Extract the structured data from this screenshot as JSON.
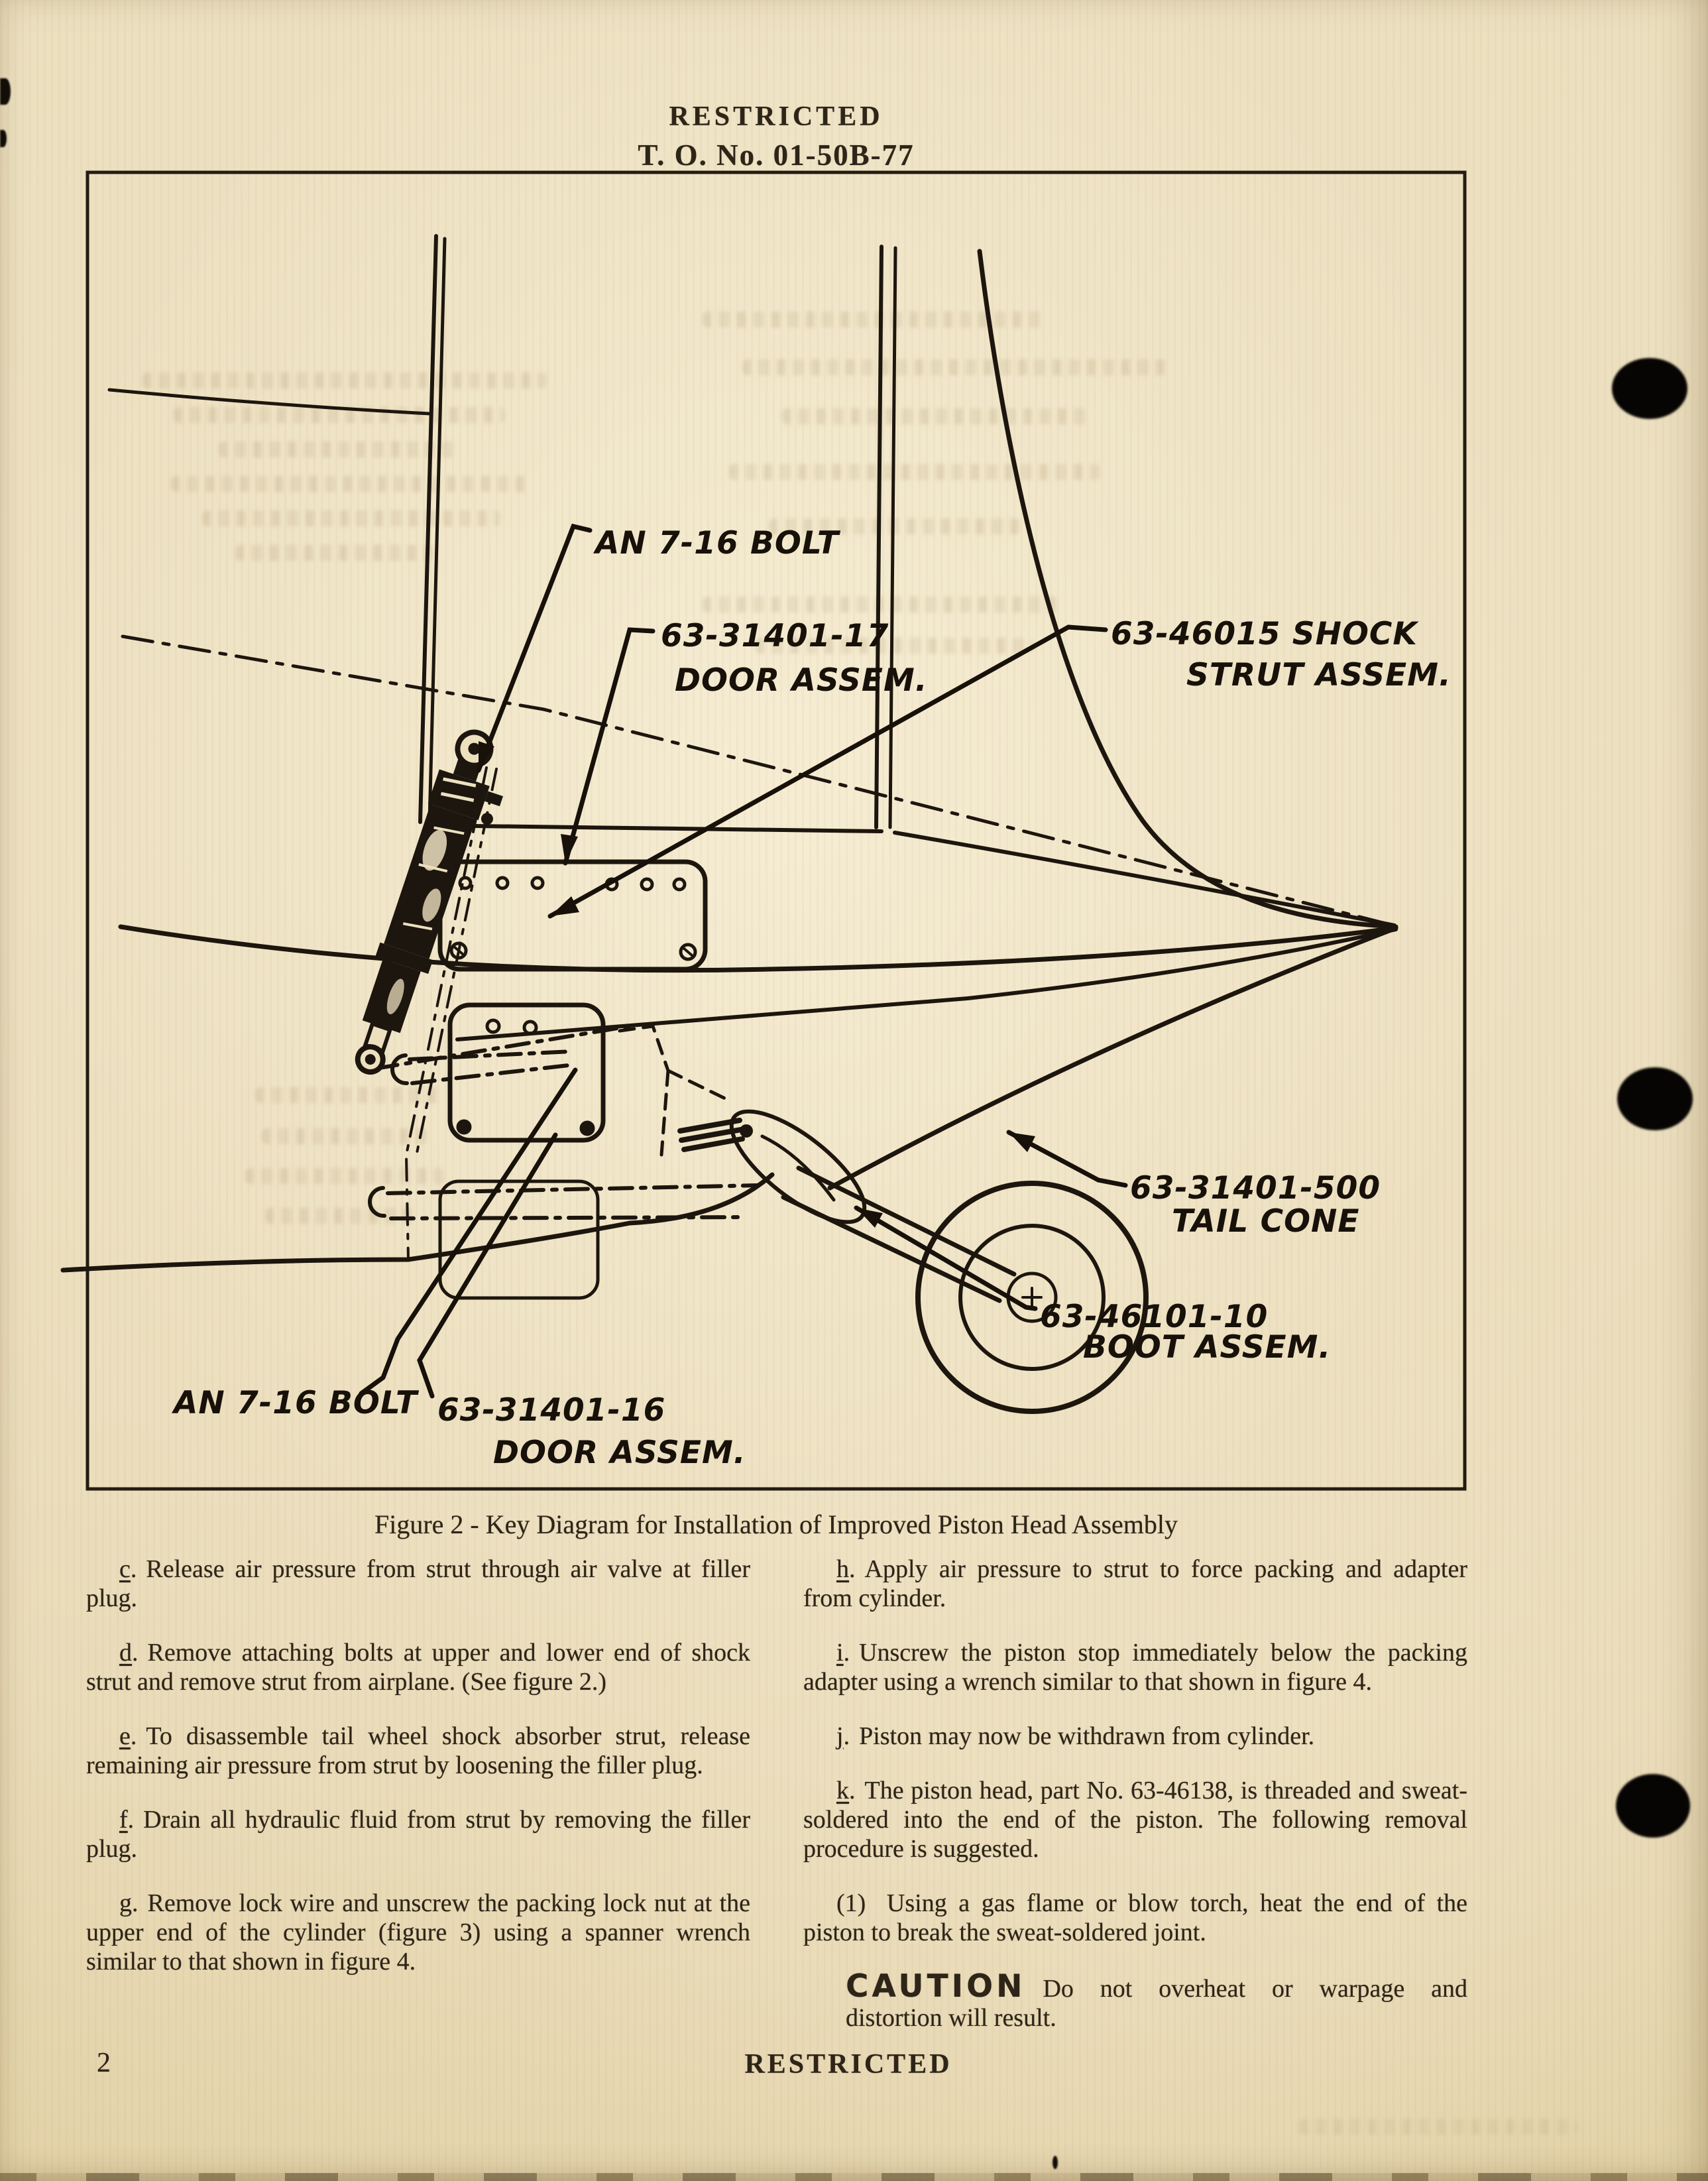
{
  "header": {
    "classification": "RESTRICTED",
    "to_number": "T. O. No. 01-50B-77"
  },
  "figure": {
    "caption": "Figure 2 - Key Diagram for Installation of Improved Piston Head Assembly",
    "labels": {
      "bolt_top": "AN 7-16 BOLT",
      "door17_line1": "63-31401-17",
      "door17_line2": "DOOR ASSEM.",
      "strut_line1": "63-46015 SHOCK",
      "strut_line2": "STRUT ASSEM.",
      "tailcone_line1": "63-31401-500",
      "tailcone_line2": "TAIL CONE",
      "boot_line1": "63-46101-10",
      "boot_line2": "BOOT ASSEM.",
      "bolt_bottom": "AN 7-16 BOLT",
      "door16_line1": "63-31401-16",
      "door16_line2": "DOOR ASSEM."
    }
  },
  "left_column": {
    "paragraphs": [
      {
        "letter": "c",
        "suffix": ".",
        "text": "Release air pressure from strut through air valve at filler plug."
      },
      {
        "letter": "d",
        "suffix": ".",
        "text": "Remove attaching bolts at upper and lower end of shock strut and remove strut from airplane. (See figure 2.)"
      },
      {
        "letter": "e",
        "suffix": ".",
        "text": "To disassemble tail wheel shock absorber strut, release remaining air pressure from strut by loosening the filler plug."
      },
      {
        "letter": "f",
        "suffix": ".",
        "text": "Drain all hydraulic fluid from strut by removing the filler plug."
      },
      {
        "letter": "g",
        "suffix": ".",
        "text": "Remove lock wire and unscrew the packing lock nut at the upper end of the cylinder (figure 3) using a spanner wrench similar to that shown in figure 4."
      }
    ]
  },
  "right_column": {
    "paragraphs": [
      {
        "letter": "h",
        "suffix": ".",
        "text": "Apply air pressure to strut to force packing and adapter from cylinder."
      },
      {
        "letter": "i",
        "suffix": ".",
        "text": "Unscrew the piston stop immediately below the packing adapter using a wrench similar to that shown in figure 4."
      },
      {
        "letter": "j",
        "suffix": ".",
        "text": "Piston may now be withdrawn from cylinder."
      },
      {
        "letter": "k",
        "suffix": ".",
        "text": "The piston head, part No. 63-46138, is threaded and sweat-soldered into the end of the piston. The following removal procedure is suggested."
      }
    ],
    "numbered": {
      "label": "(1)",
      "text": "Using a gas flame or blow torch, heat the end of the piston to break the sweat-soldered joint."
    },
    "caution": {
      "word": "CAUTION",
      "text": "Do not overheat or warpage and distortion will result."
    }
  },
  "footer": {
    "page_number": "2",
    "classification": "RESTRICTED"
  }
}
